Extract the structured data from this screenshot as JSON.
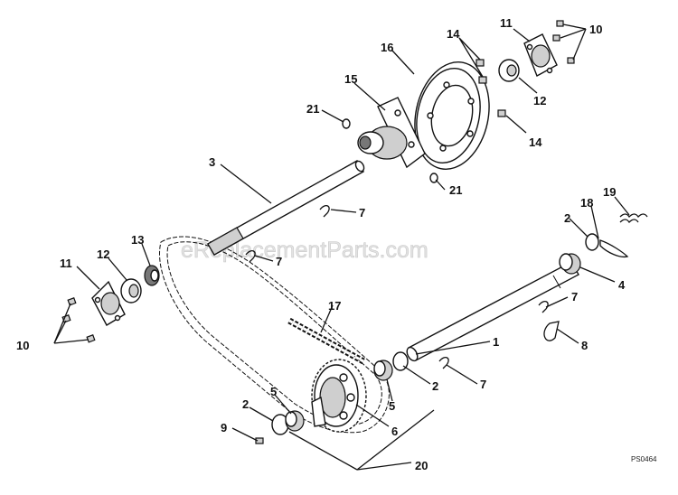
{
  "watermark": "eReplacementParts.com",
  "drawing_code": "PS0464",
  "callouts": {
    "c1": "1",
    "c2a": "2",
    "c2b": "2",
    "c2c": "2",
    "c3": "3",
    "c4": "4",
    "c5a": "5",
    "c5b": "5",
    "c6": "6",
    "c7a": "7",
    "c7b": "7",
    "c7c": "7",
    "c7d": "7",
    "c8": "8",
    "c9": "9",
    "c10a": "10",
    "c10b": "10",
    "c11a": "11",
    "c11b": "11",
    "c12a": "12",
    "c12b": "12",
    "c13": "13",
    "c14a": "14",
    "c14b": "14",
    "c15": "15",
    "c16": "16",
    "c17": "17",
    "c18": "18",
    "c19": "19",
    "c20": "20",
    "c21a": "21",
    "c21b": "21"
  }
}
